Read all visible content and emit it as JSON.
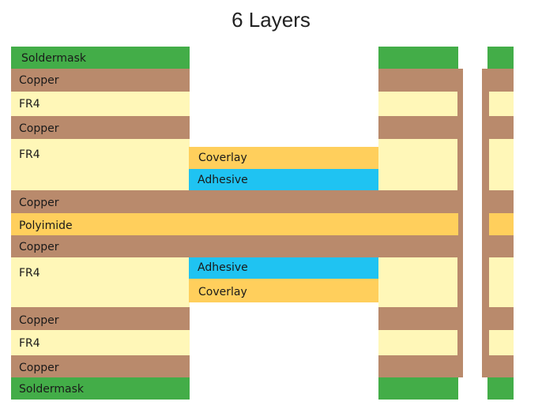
{
  "title": "6 Layers",
  "colors": {
    "soldermask": "#43ad48",
    "copper": "#b98a6c",
    "fr4": "#fff7b8",
    "polyimide": "#ffcf5c",
    "coverlay": "#ffcf5c",
    "adhesive": "#1fc3f2"
  },
  "layers": [
    {
      "name": "soldermask-top",
      "label": "Soldermask",
      "material": "soldermask"
    },
    {
      "name": "copper-1",
      "label": "Copper",
      "material": "copper"
    },
    {
      "name": "fr4-1",
      "label": "FR4",
      "material": "fr4"
    },
    {
      "name": "copper-2",
      "label": "Copper",
      "material": "copper"
    },
    {
      "name": "fr4-2",
      "label": "FR4",
      "material": "fr4"
    },
    {
      "name": "coverlay-top",
      "label": "Coverlay",
      "material": "coverlay"
    },
    {
      "name": "adhesive-top",
      "label": "Adhesive",
      "material": "adhesive"
    },
    {
      "name": "copper-3",
      "label": "Copper",
      "material": "copper"
    },
    {
      "name": "polyimide",
      "label": "Polyimide",
      "material": "polyimide"
    },
    {
      "name": "copper-4",
      "label": "Copper",
      "material": "copper"
    },
    {
      "name": "fr4-3",
      "label": "FR4",
      "material": "fr4"
    },
    {
      "name": "adhesive-bottom",
      "label": "Adhesive",
      "material": "adhesive"
    },
    {
      "name": "coverlay-bottom",
      "label": "Coverlay",
      "material": "coverlay"
    },
    {
      "name": "copper-5",
      "label": "Copper",
      "material": "copper"
    },
    {
      "name": "fr4-4",
      "label": "FR4",
      "material": "fr4"
    },
    {
      "name": "copper-6",
      "label": "Copper",
      "material": "copper"
    },
    {
      "name": "soldermask-bottom",
      "label": "Soldermask",
      "material": "soldermask"
    }
  ]
}
